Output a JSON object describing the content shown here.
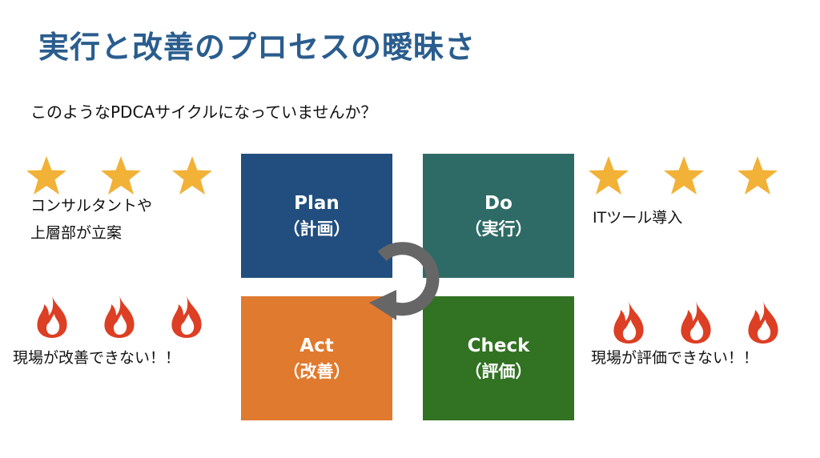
{
  "title": "実行と改善のプロセスの曖昧さ",
  "subtitle": "このようなPDCAサイクルになっていませんか？",
  "colors": {
    "title": "#2a5d8e",
    "plan": "#214e7e",
    "do": "#2f6b66",
    "act": "#e07a2e",
    "check": "#327223",
    "star": "#f2b137",
    "flame": "#dc3f24",
    "arrow": "#666666"
  },
  "icons": {
    "star": "star-icon",
    "flame": "flame-icon",
    "cycle": "cycle-arrow-icon"
  },
  "left_top_text": [
    "コンサルタントや",
    "上層部が立案"
  ],
  "right_top_text": "ITツール導入",
  "left_bottom_text": "現場が改善できない！！",
  "right_bottom_text": "現場が評価できない！！",
  "quadrants": {
    "plan": {
      "name": "Plan",
      "sub": "（計画）"
    },
    "do": {
      "name": "Do",
      "sub": "（実行）"
    },
    "act": {
      "name": "Act",
      "sub": "（改善）"
    },
    "check": {
      "name": "Check",
      "sub": "（評価）"
    }
  }
}
